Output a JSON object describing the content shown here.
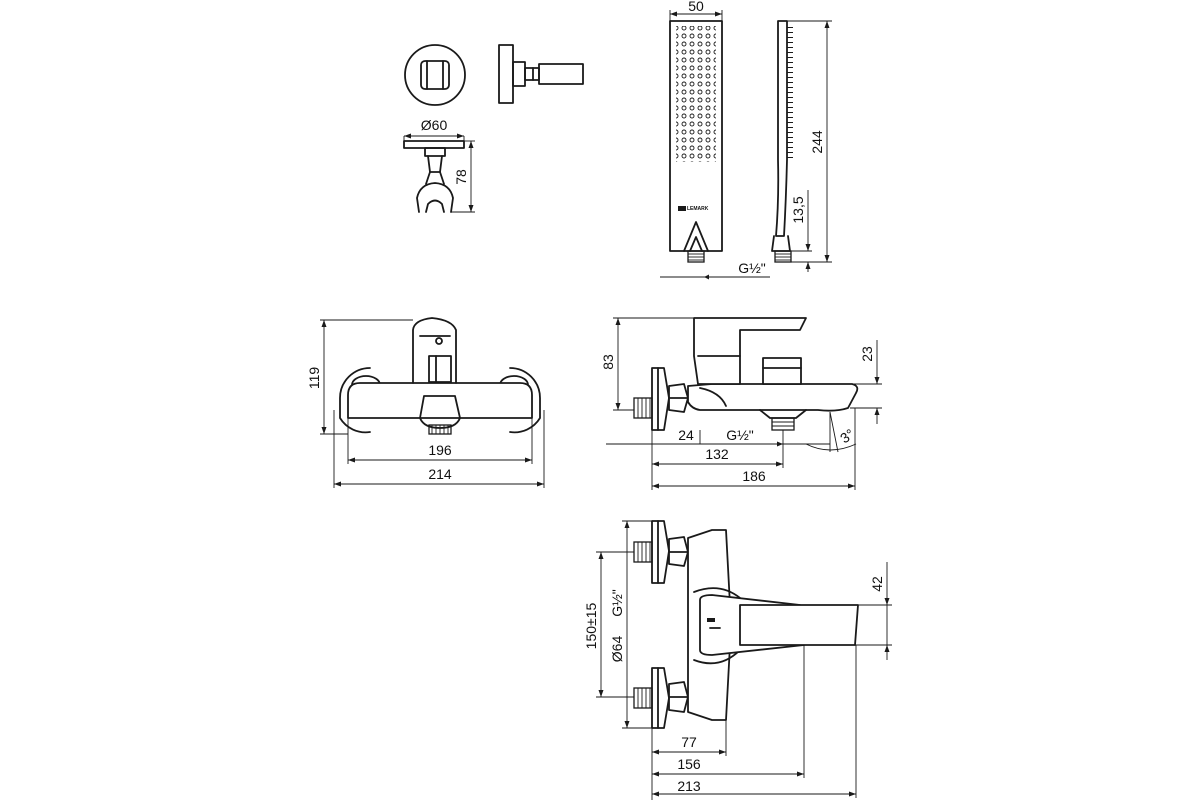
{
  "dimensions": {
    "holder_diameter": "Ø60",
    "holder_height": "78",
    "handshower_width": "50",
    "handshower_length": "244",
    "handshower_thickness": "13,5",
    "handshower_thread": "G½\"",
    "front_height": "119",
    "front_inner_width": "196",
    "front_total_width": "214",
    "side_height": "83",
    "side_spout_height": "23",
    "side_wall_offset": "24",
    "side_outlet_thread": "G½\"",
    "side_outlet_distance": "132",
    "side_total_depth": "186",
    "side_angle": "3°",
    "top_center_distance": "150±15",
    "top_thread": "G½\"",
    "top_flange_diameter": "Ø64",
    "top_spout_width": "42",
    "top_body_depth": "77",
    "top_handle_depth": "156",
    "top_total_depth": "213"
  },
  "brand": {
    "logo": "LEMARK"
  }
}
